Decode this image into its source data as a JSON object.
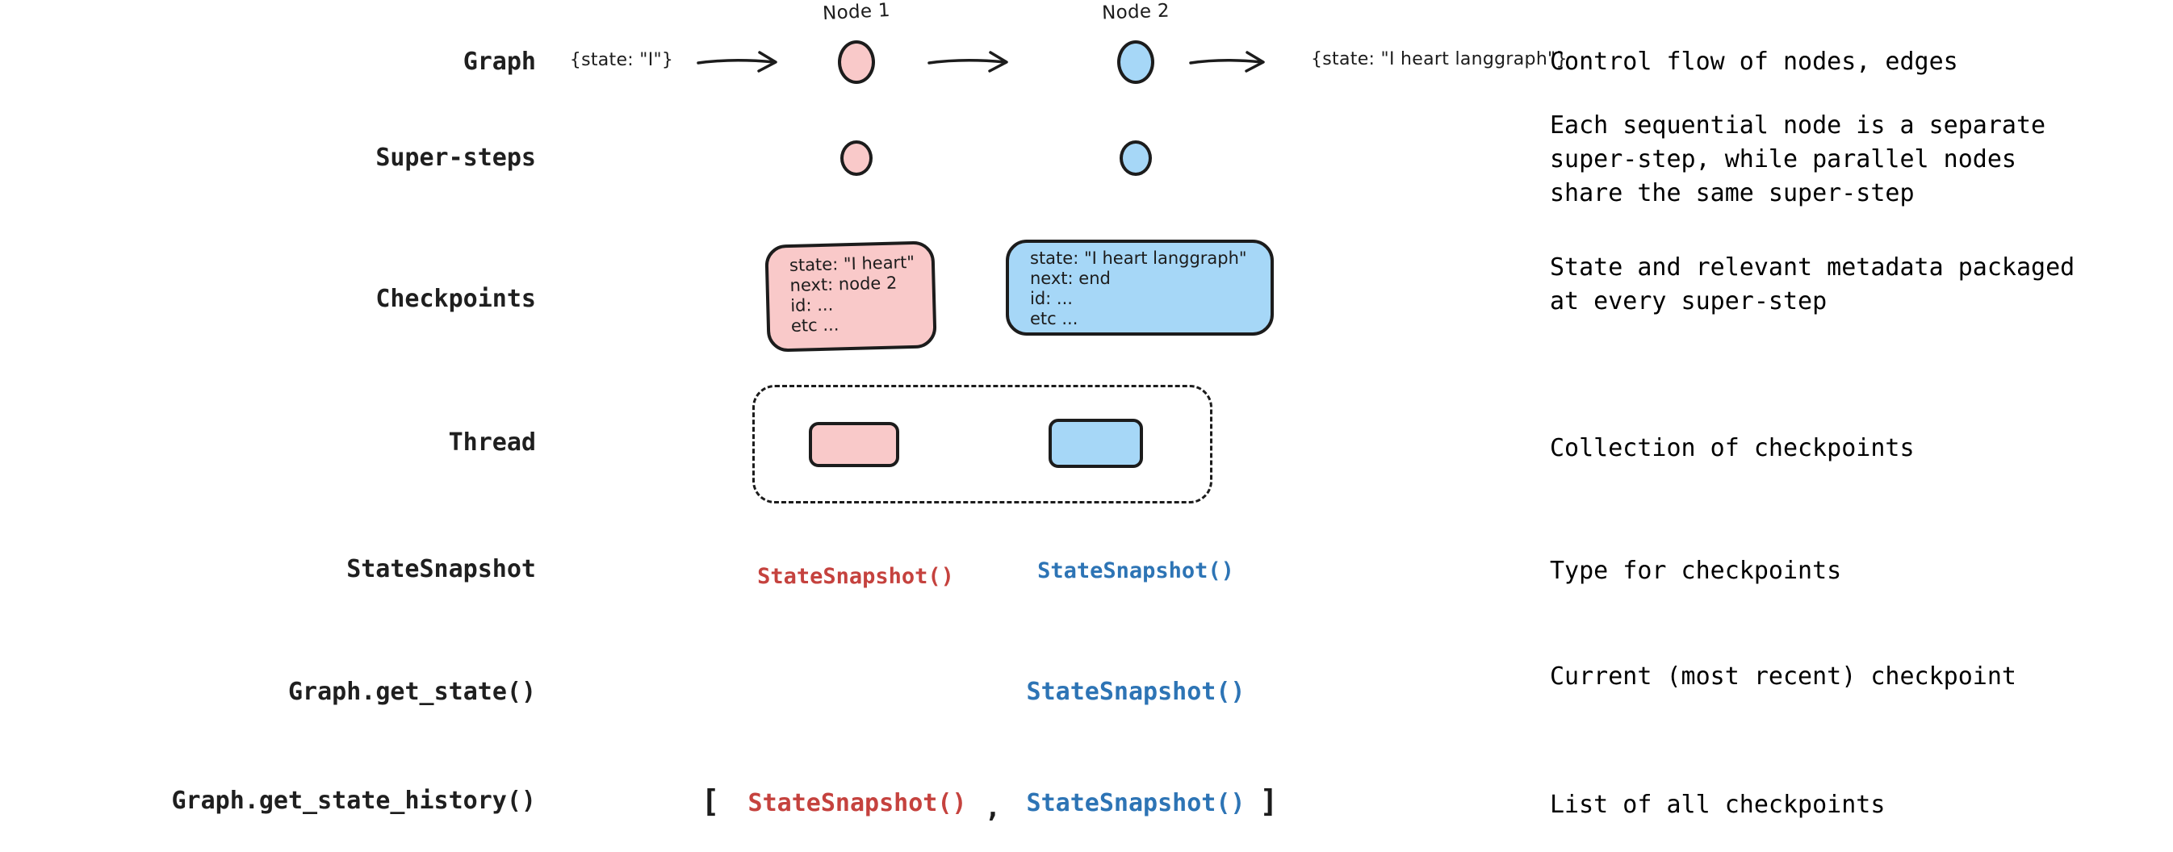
{
  "colors": {
    "node_pink": "#f9c9c9",
    "node_blue": "#a6d7f7",
    "stroke": "#1c1c1c",
    "code_red": "#c5423e",
    "code_blue": "#2d74b5"
  },
  "graph_row": {
    "label": "Graph",
    "input_state": "{state: \"I\"}",
    "node1_label": "Node 1",
    "node2_label": "Node 2",
    "output_state": "{state: \"I heart langgraph\"}",
    "description": "Control flow of nodes, edges"
  },
  "supersteps_row": {
    "label": "Super-steps",
    "description": "Each sequential node is a separate\nsuper-step, while parallel nodes\nshare the same super-step"
  },
  "checkpoints_row": {
    "label": "Checkpoints",
    "checkpoint1": {
      "state": "state: \"I heart\"",
      "next": "next: node 2",
      "id": "id: ...",
      "etc": "etc ..."
    },
    "checkpoint2": {
      "state": "state: \"I heart langgraph\"",
      "next": "next: end",
      "id": "id: ...",
      "etc": "etc ..."
    },
    "description": "State and relevant metadata packaged\nat every super-step"
  },
  "thread_row": {
    "label": "Thread",
    "description": "Collection of checkpoints"
  },
  "statesnapshot_row": {
    "label": "StateSnapshot",
    "snapshot1": "StateSnapshot()",
    "snapshot2": "StateSnapshot()",
    "description": "Type for checkpoints"
  },
  "get_state_row": {
    "label": "Graph.get_state()",
    "snapshot": "StateSnapshot()",
    "description": "Current (most recent) checkpoint"
  },
  "get_state_history_row": {
    "label": "Graph.get_state_history()",
    "bracket_open": "[",
    "snapshot1": "StateSnapshot()",
    "comma": ",",
    "snapshot2": "StateSnapshot()",
    "bracket_close": "]",
    "description": "List of all checkpoints"
  }
}
